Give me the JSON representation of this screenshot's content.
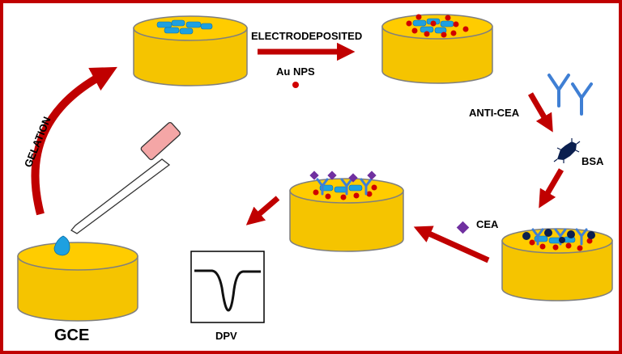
{
  "labels": {
    "electrodeposited": "ELECTRODEPOSITED",
    "au_nps": "Au NPS",
    "anti_cea": "ANTI-CEA",
    "bsa": "BSA",
    "cea": "CEA",
    "gelation": "GELATION",
    "gce": "GCE",
    "dpv": "DPV"
  },
  "colors": {
    "border": "#c00000",
    "arrow": "#c00000",
    "electrode_top": "#ffcc00",
    "electrode_side": "#f5c400",
    "electrode_edge": "#7f7f7f",
    "gel": "#1ea0e0",
    "gold_np": "#d00000",
    "antibody": "#3f7fd4",
    "bsa": "#0b1f4f",
    "cea": "#7030a0",
    "pipette_body": "#f4a6a6"
  }
}
